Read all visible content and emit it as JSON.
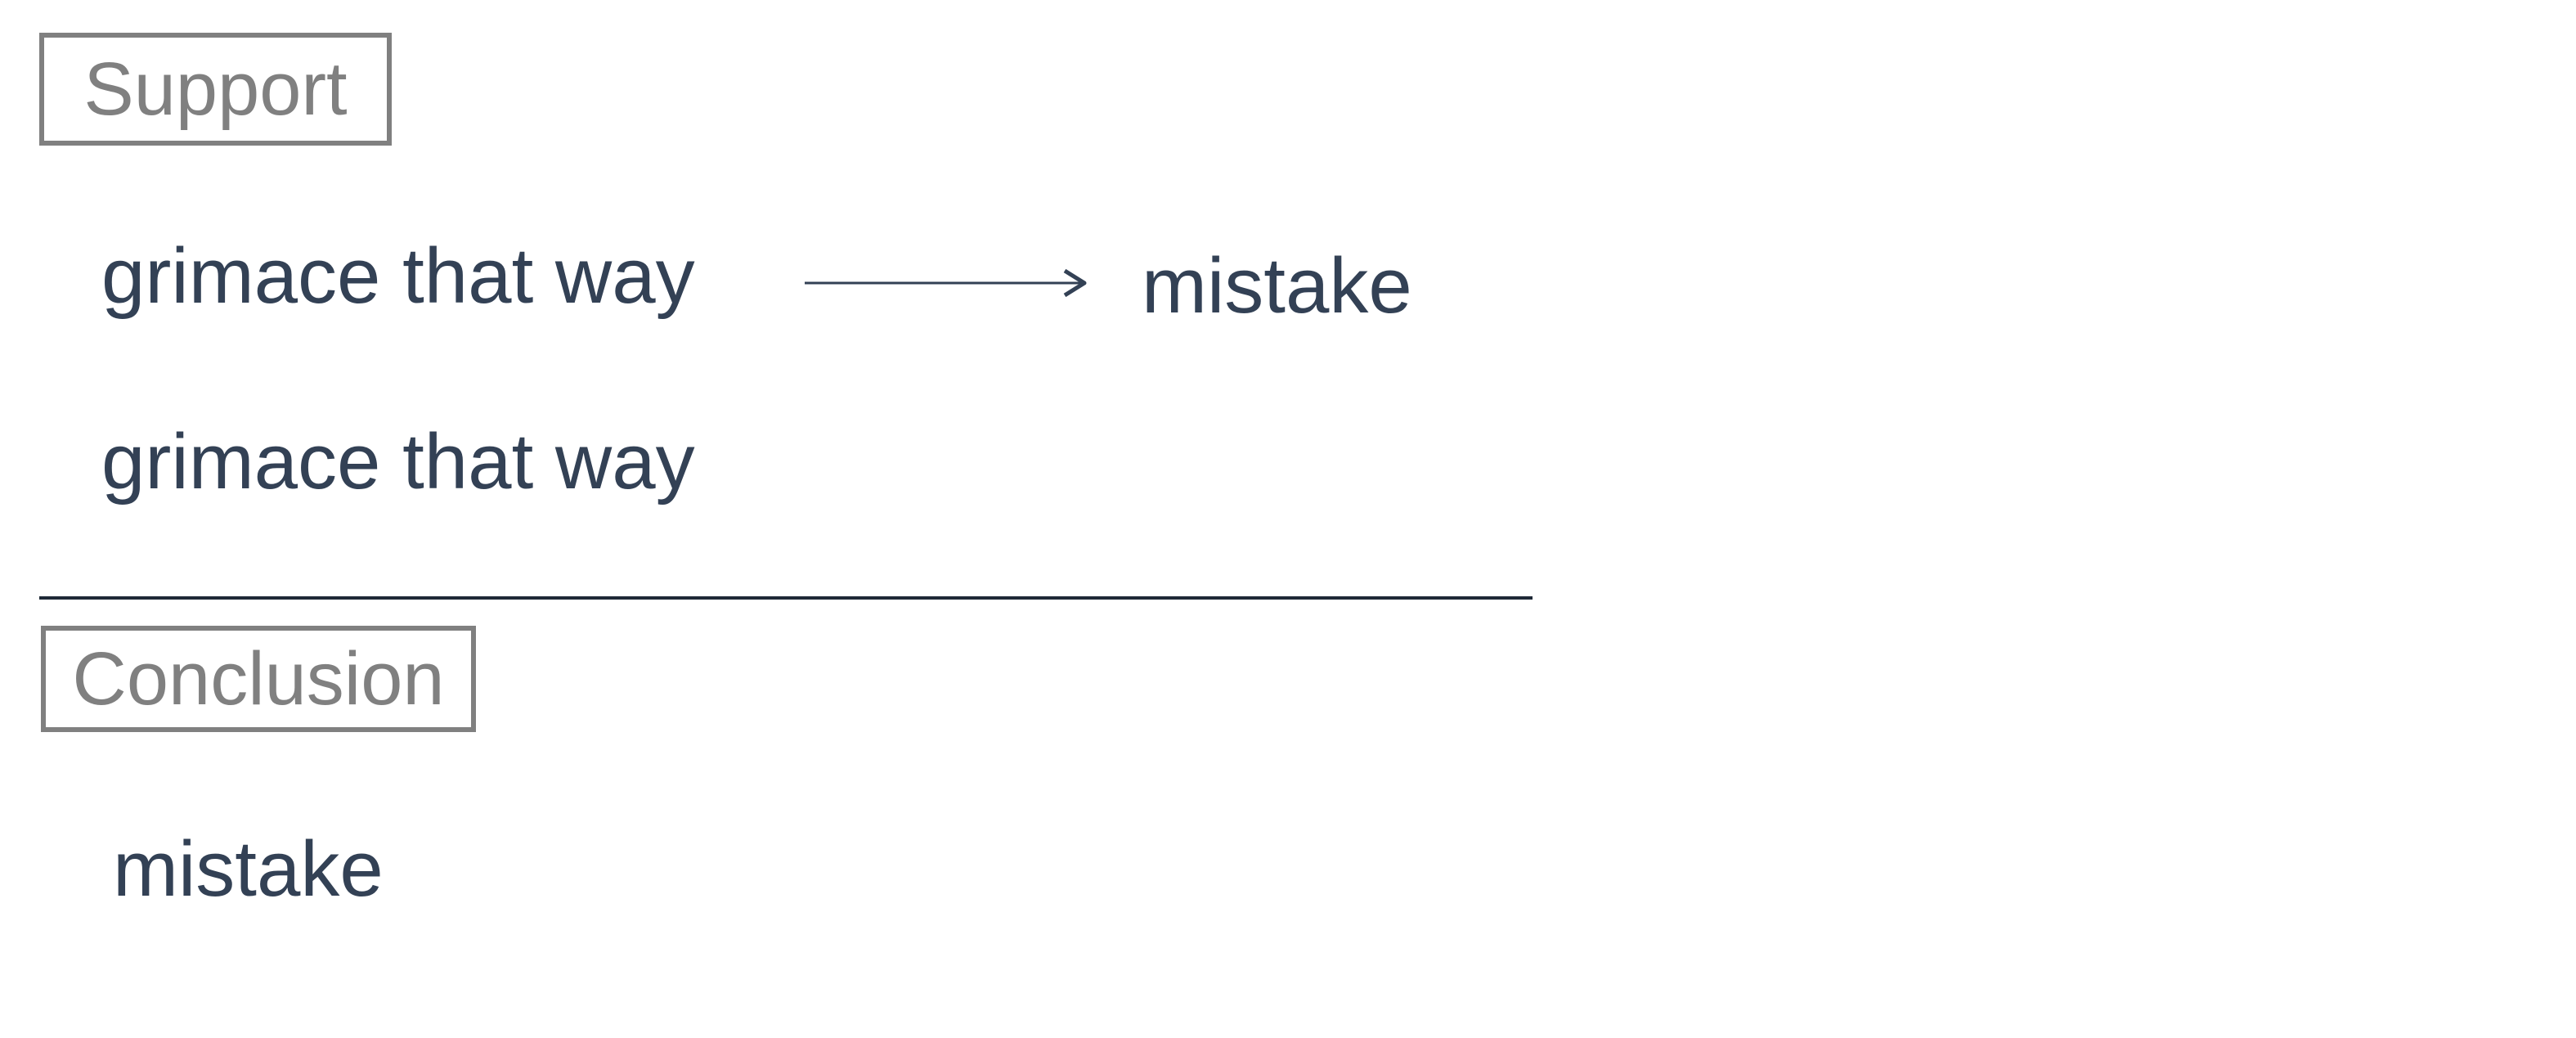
{
  "support": {
    "heading": "Support",
    "rows": [
      {
        "premise": "grimace that way",
        "arrow_icon": "arrow-right-icon",
        "result": "mistake"
      },
      {
        "premise": "grimace that way"
      }
    ]
  },
  "conclusion": {
    "heading": "Conclusion",
    "text": "mistake"
  },
  "colors": {
    "text": "#334155",
    "label": "#808080",
    "divider": "#1f2937"
  }
}
